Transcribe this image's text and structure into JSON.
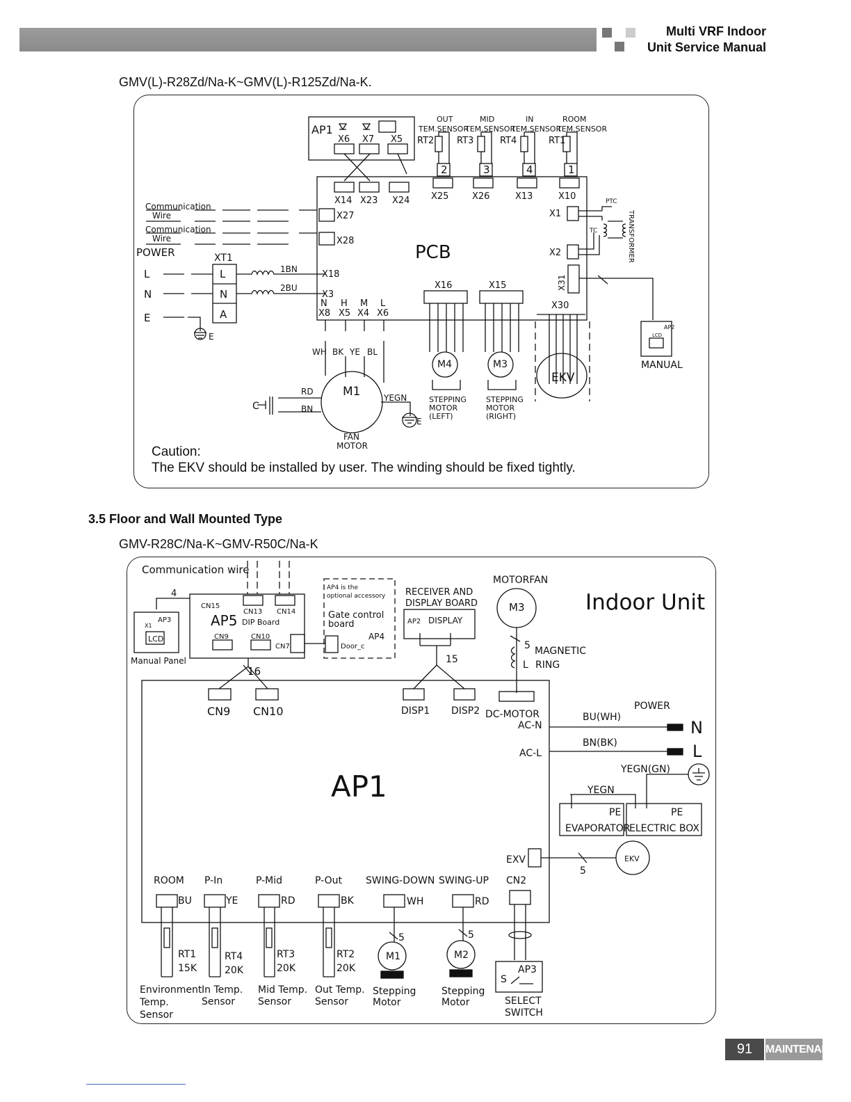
{
  "header": {
    "title_line1": "Multi VRF Indoor",
    "title_line2": "Unit Service Manual"
  },
  "diagram1": {
    "model": "GMV(L)-R28Zd/Na-K~GMV(L)-R125Zd/Na-K.",
    "caution_title": "Caution:",
    "caution_text": "The EKV should be installed by user. The winding should be fixed tightly.",
    "labels": {
      "ap1": "AP1",
      "x6": "X6",
      "x7": "X7",
      "x5": "X5",
      "out": "OUT",
      "mid": "MID",
      "in": "IN",
      "room": "ROOM",
      "tem_sensor": "TEM.SENSOR",
      "rt2": "RT2",
      "rt3": "RT3",
      "rt4": "RT4",
      "rt1": "RT1",
      "n2": "2",
      "n3": "3",
      "n4": "4",
      "n1": "1",
      "x14": "X14",
      "x23": "X23",
      "x24": "X24",
      "x25": "X25",
      "x26": "X26",
      "x13": "X13",
      "x10": "X10",
      "comm": "Communication",
      "wire": "Wire",
      "x27": "X27",
      "x28": "X28",
      "pcb": "PCB",
      "x1": "X1",
      "x2": "X2",
      "ptc": "PTC",
      "tc": "TC",
      "transformer": "TRANSFORMER",
      "power": "POWER",
      "xt1": "XT1",
      "L": "L",
      "N": "N",
      "E": "E",
      "A": "A",
      "bn1": "1BN",
      "bu2": "2BU",
      "x18": "X18",
      "x3": "X3",
      "x16": "X16",
      "x15": "X15",
      "x31": "X31",
      "x30": "X30",
      "h": "H",
      "m": "M",
      "x8": "X8",
      "x5b": "X5",
      "x4": "X4",
      "x6b": "X6",
      "wh": "WH",
      "bk": "BK",
      "ye": "YE",
      "bl": "BL",
      "m4": "M4",
      "m3": "M3",
      "ekv": "EKV",
      "ap2": "AP2",
      "lcd": "LCD",
      "manual": "MANUAL",
      "rd": "RD",
      "bn": "BN",
      "c": "C",
      "m1": "M1",
      "yegn": "YEGN",
      "fan": "FAN",
      "motor": "MOTOR",
      "stepping": "STEPPING",
      "left": "(LEFT)",
      "right": "(RIGHT)"
    }
  },
  "section_title": "3.5 Floor and Wall Mounted Type",
  "diagram2": {
    "model": "GMV-R28C/Na-K~GMV-R50C/Na-K",
    "labels": {
      "comm_wire": "Communication wire",
      "n4": "4",
      "cn15": "CN15",
      "cn13": "CN13",
      "cn14": "CN14",
      "ap5": "AP5",
      "dip": "DIP Board",
      "ap3": "AP3",
      "x1": "X1",
      "lcd": "LCD",
      "manual_panel": "Manual Panel",
      "cn9": "CN9",
      "cn10": "CN10",
      "cn7": "CN7",
      "ap4_note1": "AP4 is the",
      "ap4_note2": "optional accessory",
      "gate1": "Gate control",
      "gate2": "board",
      "ap4": "AP4",
      "door": "Door_c",
      "receiver1": "RECEIVER AND",
      "receiver2": "DISPLAY BOARD",
      "ap2": "AP2",
      "display": "DISPLAY",
      "motorfan": "MOTORFAN",
      "m3": "M3",
      "n5": "5",
      "magnetic": "MAGNETIC",
      "ring": "RING",
      "L": "L",
      "indoor_unit": "Indoor Unit",
      "n16": "16",
      "n15": "15",
      "disp1": "DISP1",
      "disp2": "DISP2",
      "dcmotor": "DC-MOTOR",
      "acn": "AC-N",
      "acl": "AC-L",
      "power": "POWER",
      "bu_wh": "BU(WH)",
      "bn_bk": "BN(BK)",
      "N": "N",
      "yegn_gn": "YEGN(GN)",
      "ap1": "AP1",
      "yegn": "YEGN",
      "pe": "PE",
      "evaporator": "EVAPORATOR",
      "electric_box": "ELECTRIC BOX",
      "exv": "EXV",
      "ekv": "EKV",
      "room": "ROOM",
      "pin": "P-In",
      "pmid": "P-Mid",
      "pout": "P-Out",
      "swdown": "SWING-DOWN",
      "swup": "SWING-UP",
      "cn2": "CN2",
      "bu": "BU",
      "ye": "YE",
      "rd": "RD",
      "bk": "BK",
      "wh": "WH",
      "rt1": "RT1",
      "rt4": "RT4",
      "rt3": "RT3",
      "rt2": "RT2",
      "k15": "15K",
      "k20": "20K",
      "m1": "M1",
      "m2": "M2",
      "s": "S",
      "env1": "Environment",
      "env2": "Temp.",
      "env3": "Sensor",
      "in1": "In Temp.",
      "mid1": "Mid Temp.",
      "out1": "Out Temp.",
      "sensor": "Sensor",
      "stepping": "Stepping",
      "motor": "Motor",
      "select": "SELECT",
      "switch": "SWITCH"
    }
  },
  "footer": {
    "page": "91",
    "tag": "MAINTENANCE"
  }
}
